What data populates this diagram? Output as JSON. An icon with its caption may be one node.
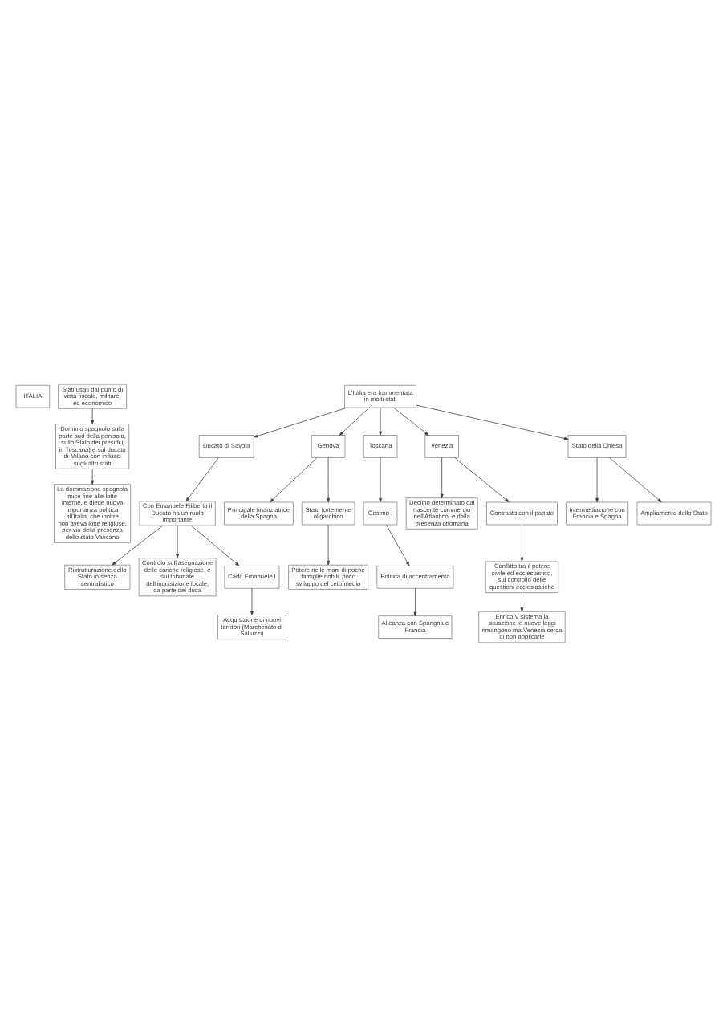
{
  "diagram": {
    "nodes": [
      {
        "text": [
          "ITALIA"
        ]
      },
      {
        "text": [
          "Dominio spagnolo sulla parte sud della penisola, sullo Stato dei presidi ( in Toscana) e sul ducato di Milano con influssi sugli altri stati"
        ]
      },
      {
        "text": [
          "Stati usati dal punto di vista fiscale, militare, ed economico"
        ]
      },
      {
        "text": [
          "La dominazione spagnola mise fine alle lotte interne, e diede nuova importanza politica all'Italia, che inoltre non aveva lotte religiose, per via della presenza dello stato Vaticano"
        ]
      },
      {
        "text": [
          "L'Italia era frammentata in molti stati"
        ]
      },
      {
        "text": [
          "Ducato di Savoia"
        ]
      },
      {
        "text": [
          "Genova"
        ]
      },
      {
        "text": [
          "Con Emanuele Filiberto il Ducato ha un ruolo importante"
        ]
      },
      {
        "text": [
          "Principale finanziatrice della Spagna"
        ]
      },
      {
        "text": [
          "Stato fortemente oligarchico"
        ]
      },
      {
        "text": [
          "Ristrutturazione dello Stato in senzo centralistico"
        ]
      },
      {
        "text": [
          "Potere nelle mani di poche famiglie nobili, poco sviluppo del ceto medio"
        ]
      },
      {
        "text": [
          "Controlo sull'asegnazione delle cariche religiose, e sul tribunale dell'inquisizione locale, da parte del duca"
        ]
      },
      {
        "text": [
          "Carlo Emanuele I"
        ]
      },
      {
        "text": [
          "Acquisizione di nuovi territori (Marchesato di Salluzzi)"
        ]
      },
      {
        "text": [
          "Toscana"
        ]
      },
      {
        "text": [
          "Venezia"
        ]
      },
      {
        "text": [
          "Cosimo I"
        ]
      },
      {
        "text": [
          "Declino determinato dal nascente commercio nell'Atlantico, e dalla presenza ottomana"
        ]
      },
      {
        "text": [
          "Stato della Chiesa"
        ]
      },
      {
        "text": [
          "Politica di accentramento"
        ]
      },
      {
        "text": [
          "Contrasto con il papato"
        ]
      },
      {
        "text": [
          "Intermediazione con Francia e Spagna"
        ]
      },
      {
        "text": [
          "Ampliamento dello Stato"
        ]
      },
      {
        "text": [
          "Alleanza con Spangna e Francia"
        ]
      },
      {
        "text": [
          "Conflitto tra il potere civile ed ecclesiastico, sul controllo delle questioni ecclesiastiche"
        ]
      },
      {
        "text": [
          "Enrico V sistema la situazione le nuove leggi rimangono ma Venezia cerca di non applicarle"
        ]
      }
    ],
    "edges": [
      {
        "from": 2,
        "to": 1,
        "arrow": "to"
      },
      {
        "from": 1,
        "to": 3,
        "arrow": "to"
      },
      {
        "from": 4,
        "to": 5,
        "arrow": "to"
      },
      {
        "from": 4,
        "to": 6,
        "arrow": "to"
      },
      {
        "from": 4,
        "to": 19,
        "arrow": "to"
      },
      {
        "from": 4,
        "to": 15,
        "arrow": "to"
      },
      {
        "from": 4,
        "to": 16,
        "arrow": "to"
      },
      {
        "from": 5,
        "to": 7,
        "arrow": "to"
      },
      {
        "from": 7,
        "to": 10,
        "arrow": "to"
      },
      {
        "from": 7,
        "to": 12,
        "arrow": "to"
      },
      {
        "from": 7,
        "to": 13,
        "arrow": "to"
      },
      {
        "from": 13,
        "to": 14,
        "arrow": "to"
      },
      {
        "from": 6,
        "to": 8,
        "arrow": "to"
      },
      {
        "from": 6,
        "to": 9,
        "arrow": "to"
      },
      {
        "from": 9,
        "to": 11,
        "arrow": "to"
      },
      {
        "from": 15,
        "to": 17,
        "arrow": "to"
      },
      {
        "from": 17,
        "to": 20,
        "arrow": "to"
      },
      {
        "from": 20,
        "to": 24,
        "arrow": "to"
      },
      {
        "from": 16,
        "to": 18,
        "arrow": "to"
      },
      {
        "from": 16,
        "to": 21,
        "arrow": "to"
      },
      {
        "from": 19,
        "to": 22,
        "arrow": "to"
      },
      {
        "from": 19,
        "to": 23,
        "arrow": "to"
      },
      {
        "from": 21,
        "to": 25,
        "arrow": "to"
      },
      {
        "from": 25,
        "to": 26,
        "arrow": "to"
      }
    ]
  }
}
